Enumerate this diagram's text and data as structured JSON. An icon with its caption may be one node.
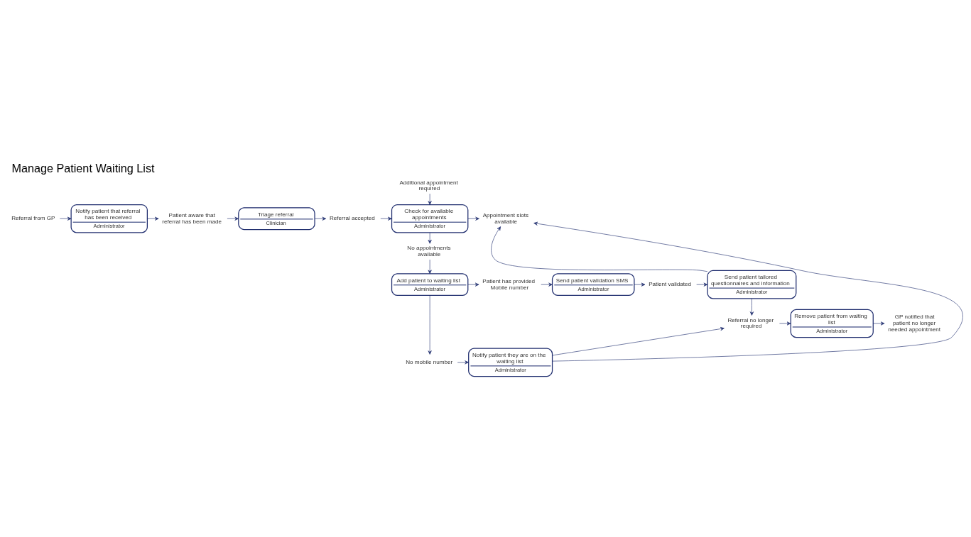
{
  "diagram": {
    "title": "Manage Patient Waiting List",
    "nodes": [
      {
        "text": [
          "Referral from GP"
        ]
      },
      {
        "text": [
          "Notify patient that referral has been received",
          "Administrator"
        ]
      },
      {
        "text": [
          "Patient aware that referral has been made"
        ]
      },
      {
        "text": [
          "Triage referral",
          "Clinician"
        ]
      },
      {
        "text": [
          "Referral accepted"
        ]
      },
      {
        "text": [
          "Additional appointment required"
        ]
      },
      {
        "text": [
          "Check for available appointments",
          "Administrator"
        ]
      },
      {
        "text": [
          "Appointment slots available"
        ]
      },
      {
        "text": [
          "No appointments available"
        ]
      },
      {
        "text": [
          "Add patient to waiting list",
          "Administrator"
        ]
      },
      {
        "text": [
          "Patient has provided Mobile number"
        ]
      },
      {
        "text": [
          "Send patient validation SMS",
          "Administrator"
        ]
      },
      {
        "text": [
          "Patient validated"
        ]
      },
      {
        "text": [
          "Send patient tailored questionnaires and information",
          "Administrator"
        ]
      },
      {
        "text": [
          "Referral no longer required"
        ]
      },
      {
        "text": [
          "Remove patient from waiting list",
          "Administrator"
        ]
      },
      {
        "text": [
          "GP notified that patient no longer needed appointment"
        ]
      },
      {
        "text": [
          "No mobile number"
        ]
      },
      {
        "text": [
          "Notify patient they are on the waiting list",
          "Administrator"
        ]
      }
    ],
    "edges": [
      {
        "from": 0,
        "to": 1,
        "arrow": "to"
      },
      {
        "from": 1,
        "to": 2,
        "arrow": "to"
      },
      {
        "from": 2,
        "to": 3,
        "arrow": "to"
      },
      {
        "from": 3,
        "to": 4,
        "arrow": "to"
      },
      {
        "from": 4,
        "to": 6,
        "arrow": "to"
      },
      {
        "from": 5,
        "to": 6,
        "arrow": "to"
      },
      {
        "from": 6,
        "to": 7,
        "arrow": "to"
      },
      {
        "from": 6,
        "to": 8,
        "arrow": "to"
      },
      {
        "from": 8,
        "to": 9,
        "arrow": "to"
      },
      {
        "from": 9,
        "to": 10,
        "arrow": "to"
      },
      {
        "from": 10,
        "to": 11,
        "arrow": "to"
      },
      {
        "from": 11,
        "to": 12,
        "arrow": "to"
      },
      {
        "from": 12,
        "to": 13,
        "arrow": "to"
      },
      {
        "from": 13,
        "to": 7,
        "arrow": "to"
      },
      {
        "from": 13,
        "to": 14,
        "arrow": "to"
      },
      {
        "from": 14,
        "to": 15,
        "arrow": "to"
      },
      {
        "from": 15,
        "to": 16,
        "arrow": "to"
      },
      {
        "from": 9,
        "to": 17,
        "arrow": "to"
      },
      {
        "from": 17,
        "to": 18,
        "arrow": "to"
      },
      {
        "from": 18,
        "to": 7,
        "arrow": "to"
      },
      {
        "from": 18,
        "to": 14,
        "arrow": "to"
      }
    ]
  }
}
